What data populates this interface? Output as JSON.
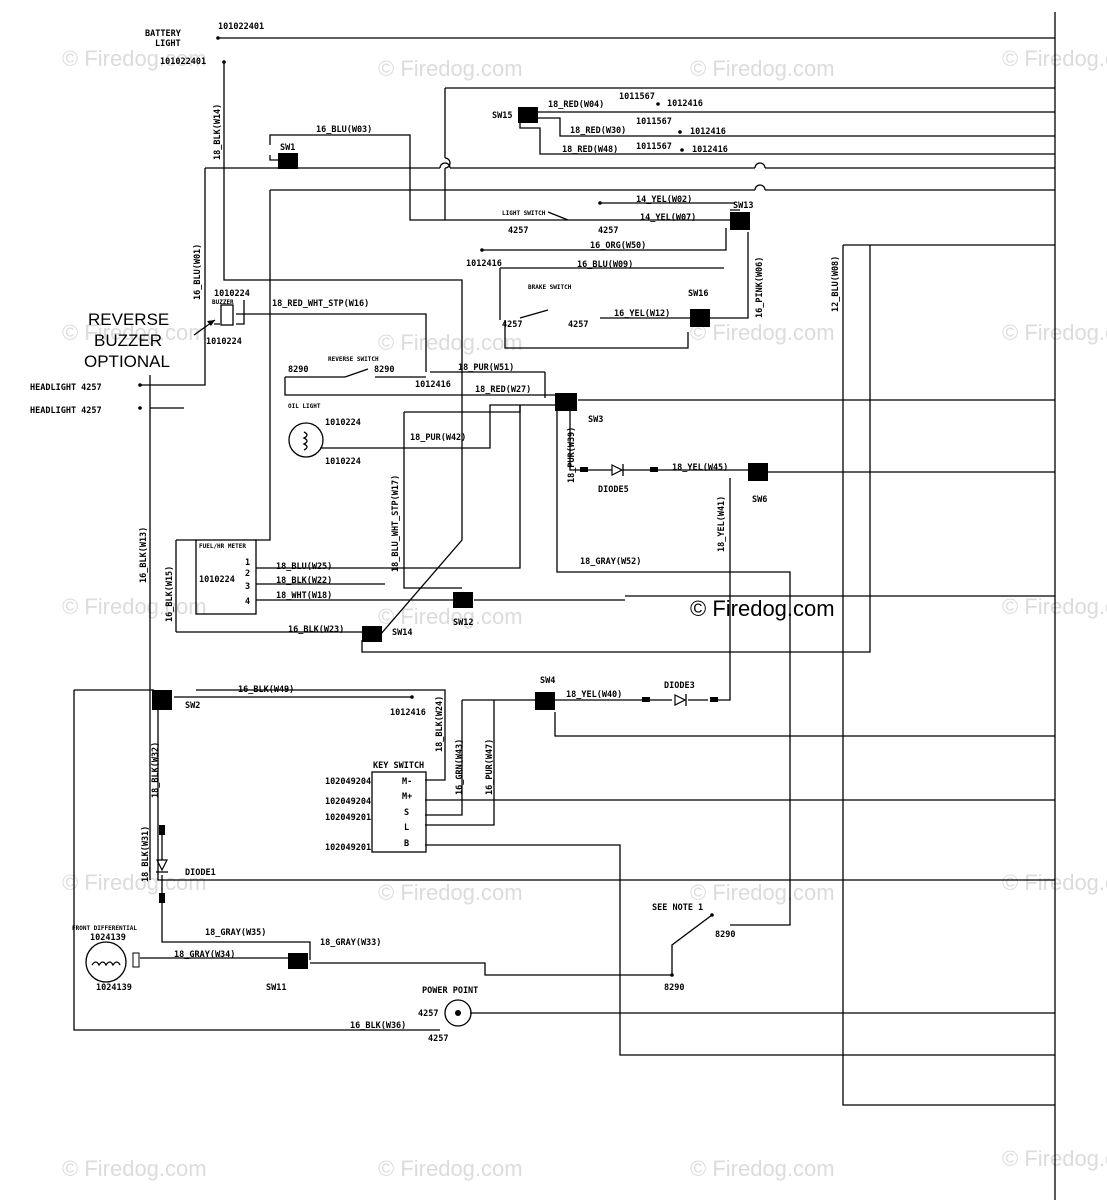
{
  "watermark": "© Firedog.com",
  "watermark_dark": "© Firedog.com",
  "battery_light": [
    "BATTERY",
    "LIGHT"
  ],
  "headlight_1": "HEADLIGHT 4257",
  "headlight_2": "HEADLIGHT 4257",
  "reverse_buzzer_note": [
    "REVERSE",
    "BUZZER",
    "OPTIONAL"
  ],
  "switches": {
    "sw1": "SW1",
    "sw2": "SW2",
    "sw3": "SW3",
    "sw4": "SW4",
    "sw6": "SW6",
    "sw11": "SW11",
    "sw12": "SW12",
    "sw13": "SW13",
    "sw14": "SW14",
    "sw15": "SW15",
    "sw16": "SW16"
  },
  "components": {
    "buzzer": "BUZZER",
    "light_switch": "LIGHT SWITCH",
    "brake_switch": "BRAKE SWITCH",
    "reverse_switch": "REVERSE SWITCH",
    "oil_light": "OIL LIGHT",
    "fuel_hr_meter": "FUEL/HR METER",
    "key_switch": "KEY SWITCH",
    "diode1": "DIODE1",
    "diode3": "DIODE3",
    "diode5": "DIODE5",
    "front_differential": "FRONT DIFFERENTIAL",
    "power_point": "POWER POINT",
    "see_note": "SEE NOTE 1"
  },
  "key_switch_terminals": [
    "M-",
    "M+",
    "S",
    "L",
    "B"
  ],
  "key_switch_parts": [
    "102049204",
    "102049204",
    "102049201",
    "102049201"
  ],
  "meter_pins": [
    "1",
    "2",
    "3",
    "4"
  ],
  "wires": {
    "w03": "16_BLU(W03)",
    "w04": "18_RED(W04)",
    "w30": "18_RED(W30)",
    "w48": "18_RED(W48)",
    "w02": "14_YEL(W02)",
    "w07": "14_YEL(W07)",
    "w50": "16_ORG(W50)",
    "w09": "16_BLU(W09)",
    "w12": "16_YEL(W12)",
    "w06": "16_PINK(W06)",
    "w08": "12_BLU(W08)",
    "w16": "18_RED_WHT_STP(W16)",
    "w51": "18_PUR(W51)",
    "w27": "18_RED(W27)",
    "w42": "18_PUR(W42)",
    "w39": "18_PUR(W39)",
    "w45": "18_YEL(W45)",
    "w41": "18_YEL(W41)",
    "w17": "18_BLU_WHT_STP(W17)",
    "w52": "18_GRAY(W52)",
    "w25": "18_BLU(W25)",
    "w22": "18_BLK(W22)",
    "w18": "18_WHT(W18)",
    "w23": "16_BLK(W23)",
    "w49": "16_BLK(W49)",
    "w40": "18_YEL(W40)",
    "w24": "18_BLK(W24)",
    "w43": "16_GRN(W43)",
    "w47": "16_PUR(W47)",
    "w14": "18_BLK(W14)",
    "w01": "16_BLU(W01)",
    "w13": "16_BLK(W13)",
    "w15": "16_BLK(W15)",
    "w32": "18_BLK(W32)",
    "w31": "18_BLK(W31)",
    "w35": "18_GRAY(W35)",
    "w34": "18_GRAY(W34)",
    "w33": "18_GRAY(W33)",
    "w36": "16_BLK(W36)"
  },
  "part_numbers": {
    "p101022401_a": "101022401",
    "p101022401_b": "101022401",
    "p1011567_a": "1011567",
    "p1011567_b": "1011567",
    "p1011567_c": "1011567",
    "p1012416_a": "1012416",
    "p1012416_b": "1012416",
    "p1012416_c": "1012416",
    "p1012416_d": "1012416",
    "p1012416_e": "1012416",
    "p1012416_f": "1012416",
    "p4257_a": "4257",
    "p4257_b": "4257",
    "p4257_c": "4257",
    "p4257_d": "4257",
    "p4257_e": "4257",
    "p4257_f": "4257",
    "p1010224_a": "1010224",
    "p1010224_b": "1010224",
    "p1010224_c": "1010224",
    "p1010224_d": "1010224",
    "p1010224_e": "1010224",
    "p8290_a": "8290",
    "p8290_b": "8290",
    "p8290_c": "8290",
    "p8290_d": "8290",
    "p1024139_a": "1024139",
    "p1024139_b": "1024139"
  }
}
